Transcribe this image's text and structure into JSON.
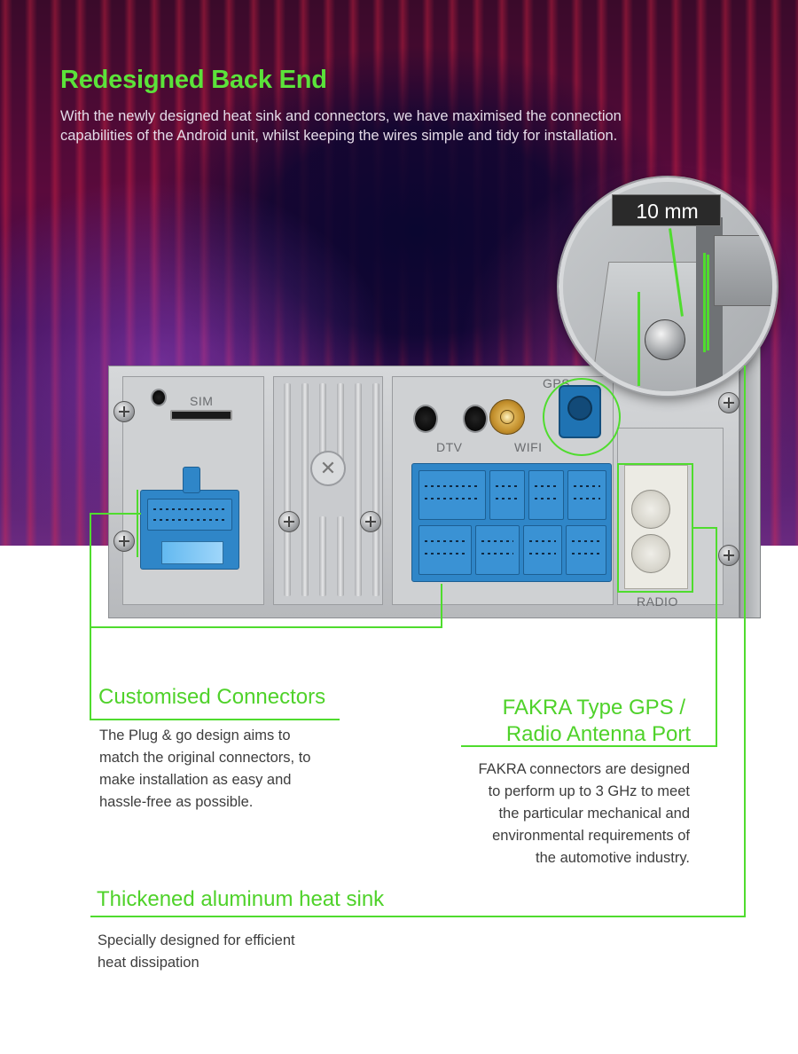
{
  "header": {
    "title": "Redesigned Back End",
    "intro_line1": "With the newly designed heat sink and connectors, we have maximised the connection",
    "intro_line2": "capabilities of the Android unit, whilst keeping the wires simple and tidy for installation."
  },
  "zoom": {
    "measurement": "10 mm"
  },
  "unit_labels": {
    "sim": "SIM",
    "dtv": "DTV",
    "wifi": "WIFI",
    "gps": "GPS",
    "radio": "RADIO"
  },
  "sections": {
    "connectors": {
      "title": "Customised Connectors",
      "body_line1": "The Plug & go design aims to",
      "body_line2": "match the original connectors, to",
      "body_line3": "make installation as easy and",
      "body_line4": "hassle-free as possible."
    },
    "fakra": {
      "title_line1": "FAKRA Type GPS /",
      "title_line2": "Radio Antenna Port",
      "body_line1": "FAKRA connectors are designed",
      "body_line2": "to perform up to 3 GHz to meet",
      "body_line3": "the particular mechanical and",
      "body_line4": "environmental requirements of",
      "body_line5": "the automotive industry."
    },
    "heatsink": {
      "title": "Thickened aluminum heat sink",
      "body_line1": "Specially designed for efficient",
      "body_line2": "heat dissipation"
    }
  },
  "colors": {
    "accent_green": "#4fdc2e",
    "headline_green": "#5be33a",
    "connector_blue": "#2f86c8"
  }
}
